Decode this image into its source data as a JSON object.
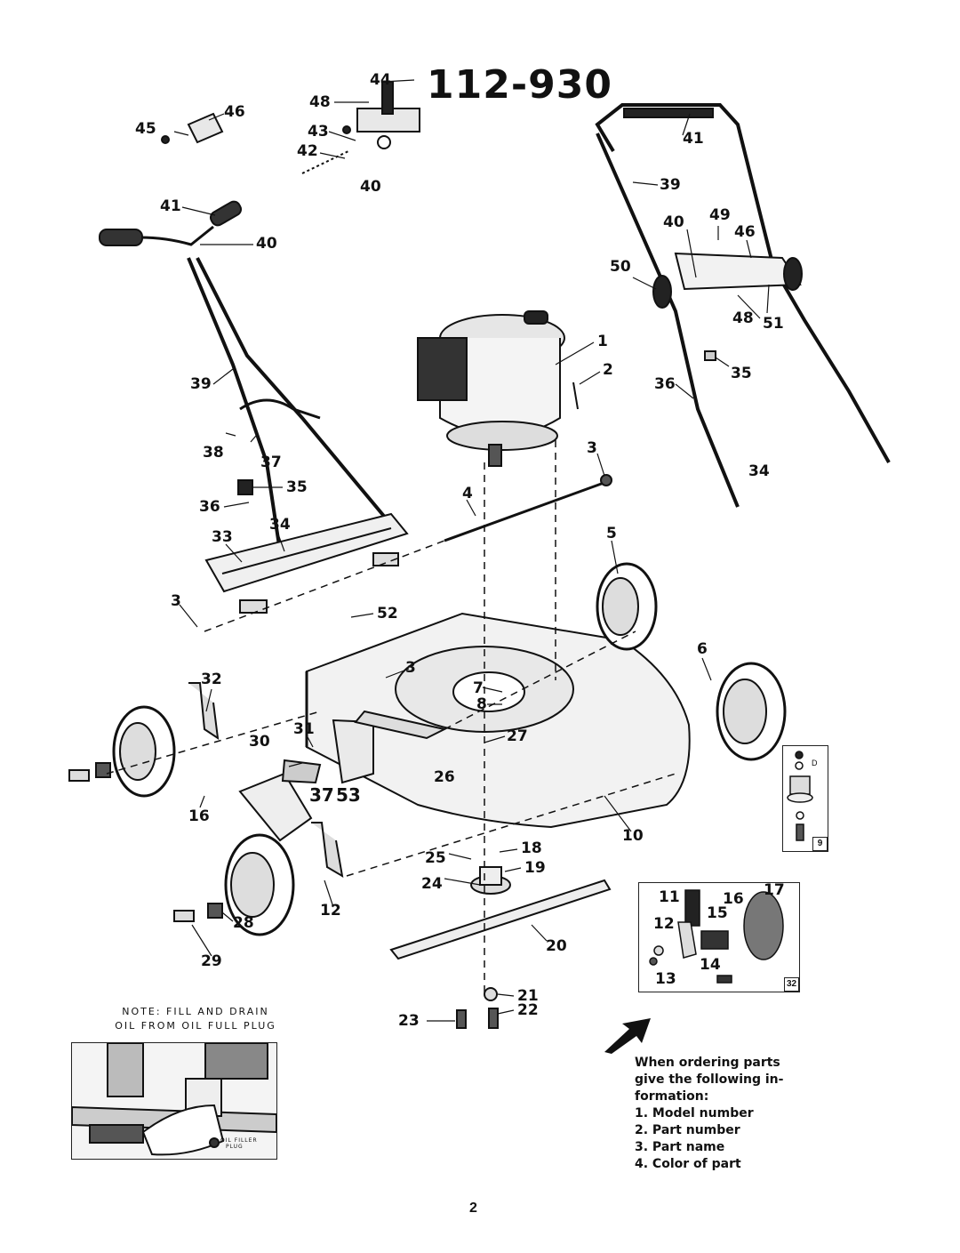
{
  "model_number": "112-930",
  "callouts": {
    "c44": "44",
    "c48a": "48",
    "c43": "43",
    "c42": "42",
    "c40a": "40",
    "c45": "45",
    "c46a": "46",
    "c41a": "41",
    "c40b": "40",
    "c39a": "39",
    "c38": "38",
    "c37a": "37",
    "c35a": "35",
    "c36a": "36",
    "c34a": "34",
    "c33": "33",
    "c3a": "3",
    "c52": "52",
    "c32": "32",
    "c30": "30",
    "c31": "31",
    "c16a": "16",
    "c37b": "37",
    "c53": "53",
    "c26": "26",
    "c12a": "12",
    "c28": "28",
    "c29": "29",
    "c3b": "3",
    "c7": "7",
    "c8": "8",
    "c27": "27",
    "c1": "1",
    "c2": "2",
    "c3c": "3",
    "c4": "4",
    "c5": "5",
    "c6": "6",
    "c10": "10",
    "c25": "25",
    "c18": "18",
    "c19": "19",
    "c24": "24",
    "c20": "20",
    "c21": "21",
    "c22": "22",
    "c23": "23",
    "c41b": "41",
    "c39b": "39",
    "c40c": "40",
    "c49": "49",
    "c46b": "46",
    "c50": "50",
    "c48b": "48",
    "c51": "51",
    "c36b": "36",
    "c35b": "35",
    "c34b": "34"
  },
  "inset_9": {
    "badge": "9",
    "letter": "D"
  },
  "inset_32": {
    "badge": "32",
    "c11": "11",
    "c16": "16",
    "c17": "17",
    "c15": "15",
    "c12": "12",
    "c14": "14",
    "c13": "13"
  },
  "note": {
    "line1": "NOTE:  FILL  AND  DRAIN",
    "line2": "OIL  FROM  OIL  FULL  PLUG"
  },
  "oil_plug_label": {
    "line1": "OIL FILLER",
    "line2": "PLUG"
  },
  "ordering": {
    "lead": "When ordering parts give the following in- formation:",
    "items": [
      "1. Model number",
      "2. Part number",
      "3. Part name",
      "4. Color of part"
    ]
  },
  "page_number": "2"
}
